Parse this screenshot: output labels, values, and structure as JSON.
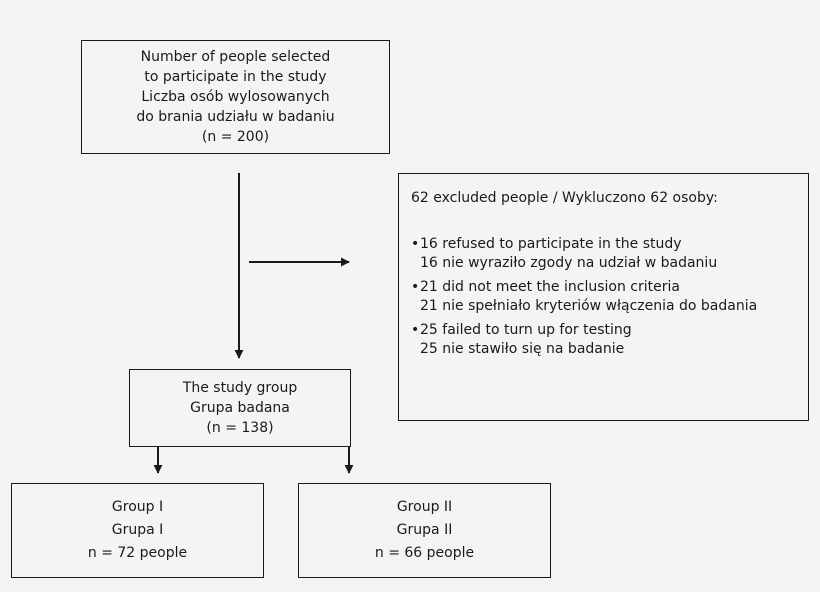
{
  "selected": {
    "lines": [
      "Number of people selected",
      "to participate in the study",
      "Liczba osób wylosowanych",
      "do brania udziału w badaniu",
      "(n = 200)"
    ]
  },
  "excluded": {
    "title": "62  excluded people / Wykluczono 62 osoby:",
    "reasons": [
      {
        "en": "16 refused to participate in the study",
        "pl": "16 nie wyraziło zgody na udział w badaniu"
      },
      {
        "en": "21 did not meet the inclusion criteria",
        "pl": "21 nie spełniało kryteriów włączenia do badania"
      },
      {
        "en": "25 failed to turn up for testing",
        "pl": "25 nie stawiło się na badanie"
      }
    ]
  },
  "study_group": {
    "lines": [
      "The study group",
      "Grupa badana",
      "(n = 138)"
    ]
  },
  "group1": {
    "lines": [
      "Group I",
      "Grupa I",
      "n = 72 people"
    ]
  },
  "group2": {
    "lines": [
      "Group II",
      "Grupa II",
      "n = 66 people"
    ]
  },
  "bullet_glyph": "•"
}
